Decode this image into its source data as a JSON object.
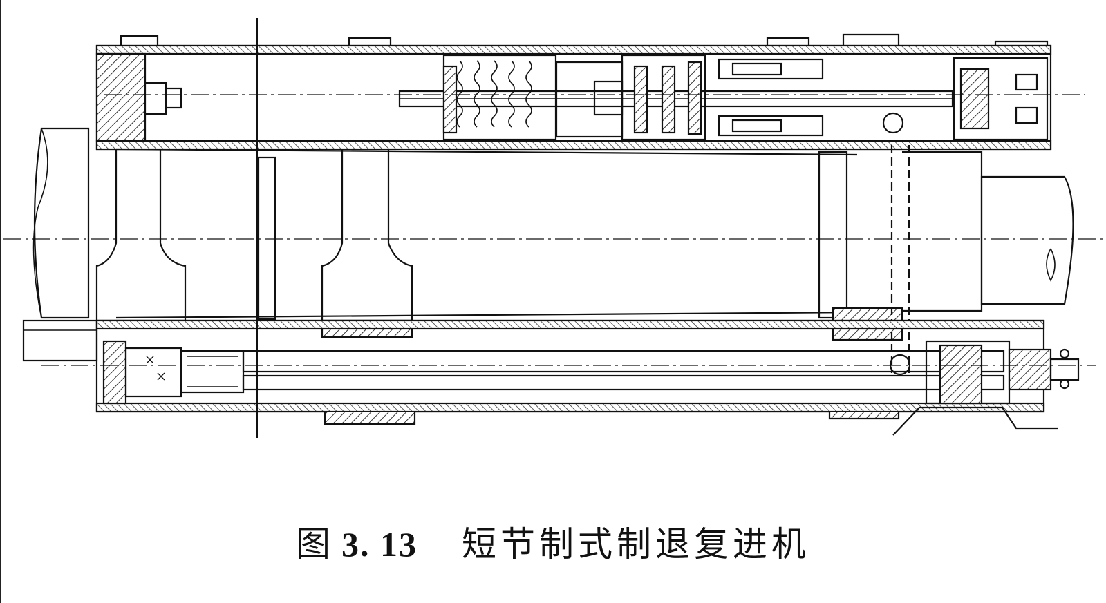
{
  "figure": {
    "label": "图",
    "number": "3. 13",
    "title": "短节制式制退复进机"
  },
  "colors": {
    "ink": "#111111",
    "hatch": "#444444",
    "background": "#ffffff"
  }
}
